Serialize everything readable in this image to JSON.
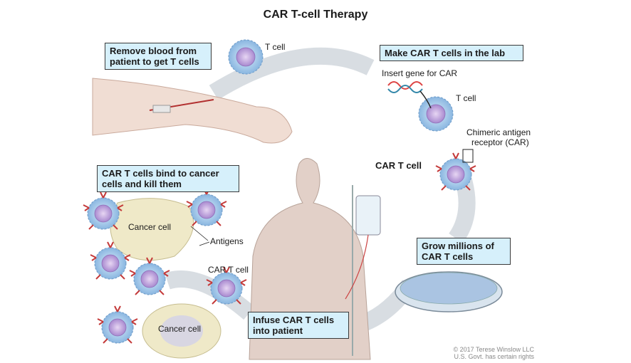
{
  "title": "CAR T-cell Therapy",
  "steps": {
    "remove_blood": "Remove blood from patient to get T cells",
    "make_car": "Make CAR T cells in the lab",
    "grow": "Grow millions of CAR T cells",
    "infuse": "Infuse CAR T cells into patient",
    "bind_kill": "CAR T cells bind to cancer cells and kill them"
  },
  "labels": {
    "t_cell_1": "T cell",
    "insert_gene": "Insert gene for CAR",
    "t_cell_2": "T cell",
    "car_receptor_line1": "Chimeric antigen",
    "car_receptor_line2": "receptor (CAR)",
    "car_t_cell_bold": "CAR T cell",
    "car_t_cell": "CAR T cell",
    "cancer_cell_1": "Cancer cell",
    "cancer_cell_2": "Cancer cell",
    "antigens": "Antigens"
  },
  "credit": {
    "line1": "© 2017 Terese Winslow LLC",
    "line2": "U.S. Govt. has certain rights"
  },
  "colors": {
    "box_fill": "#d6f0fb",
    "cell_body": "#9cc6ea",
    "nucleus": "#b99ad6",
    "arrow": "#d8dde2",
    "skin": "#f0ddd3",
    "cancer": "#efe9c8"
  }
}
